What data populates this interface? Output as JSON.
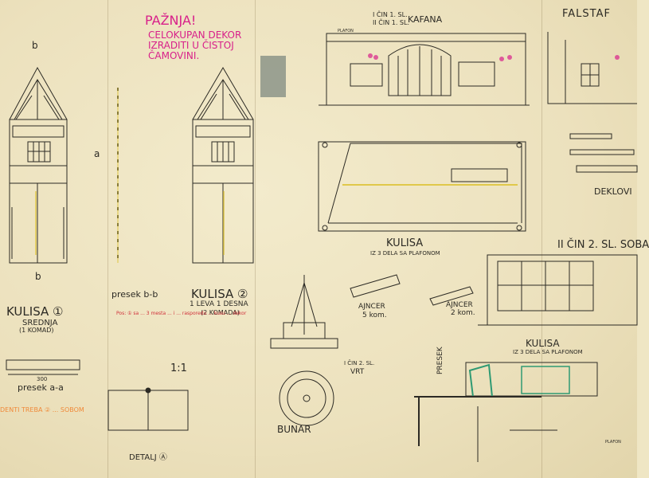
{
  "notes": {
    "warning_title": "PAŽNJA!",
    "warning_lines": [
      "CELOKUPAN DEKOR",
      "IZRADITI U ČISTOJ",
      "ČAMOVINI."
    ],
    "small_red_note": "Pos: ① sa ... 3 mesta ... i ... rasporedu ... kusu ... dekor",
    "orange_note": "DENTI TREBA ② ... SOBOM"
  },
  "left": {
    "section_mark_b_top": "b",
    "section_mark_b_bottom": "b",
    "section_mark_a": "a",
    "kulisa1_title": "KULISA ①",
    "kulisa1_sub1": "SREDNJA",
    "kulisa1_sub2": "(1 KOMAD)",
    "presek_aa": "presek a-a",
    "dim_300": "300"
  },
  "middle": {
    "presek_bb": "presek b-b",
    "kulisa2_title": "KULISA ②",
    "kulisa2_sub1": "1 LEVA 1 DESNA",
    "kulisa2_sub2": "(2 KOMADA)",
    "scale": "1:1",
    "detalj": "DETALJ Ⓐ"
  },
  "center": {
    "act_label_1": "I ČIN 1. SL.",
    "act_label_2": "II ČIN 1. SL.",
    "kafana": "KAFANA",
    "plafon": "PLAFON",
    "kulisa_title": "KULISA",
    "kulisa_sub": "IZ 3 DELA SA PLAFONOM",
    "anker_1": "AJNCER",
    "anker_1_qty": "5 kom.",
    "anker_2": "AJNCER",
    "anker_2_qty": "2 kom.",
    "vrt_act": "I ČIN 2. SL.",
    "vrt": "VRT",
    "bunar": "BUNAR"
  },
  "right": {
    "falstaf": "FALSTAF",
    "deklovi": "DEKLOVI",
    "act2_title": "II ČIN 2. SL. SOBA",
    "kulisa_title": "KULISA",
    "kulisa_sub": "IZ 3 DELA SA PLAFONOM",
    "presek": "PRESEK",
    "plafon": "PLAFON"
  },
  "colors": {
    "paper": "#eee5c2",
    "ink": "#2c2a24",
    "highlight_pink": "#d8208a",
    "highlight_green": "#2f9a73",
    "highlight_yellow": "#e0c84a",
    "highlight_orange": "#f08a3a"
  }
}
